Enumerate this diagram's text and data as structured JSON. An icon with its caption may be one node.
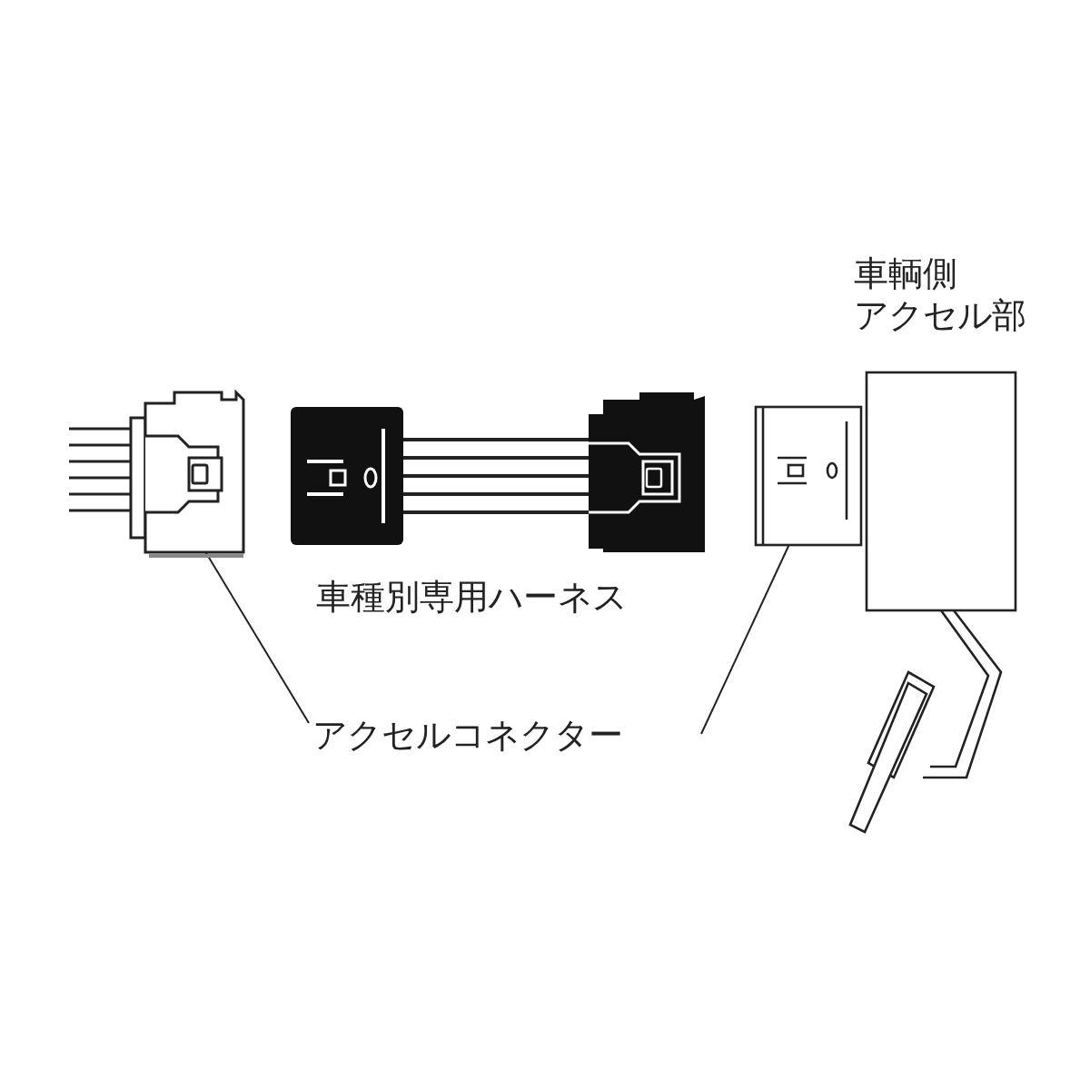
{
  "diagram": {
    "nodes": [
      {
        "text": [],
        "shape": "picture"
      },
      {
        "text": [],
        "shape": "picture",
        "beside": [
          "車種別専用ハーネス"
        ]
      },
      {
        "text": [],
        "shape": "picture"
      },
      {
        "text": [
          "車輌側アクセル部"
        ]
      },
      {
        "text": [
          "アクセルコネクター"
        ]
      }
    ],
    "edges": [
      {
        "from": 4,
        "to": 0,
        "arrow": "none"
      },
      {
        "from": 4,
        "to": 2,
        "arrow": "none"
      }
    ]
  }
}
